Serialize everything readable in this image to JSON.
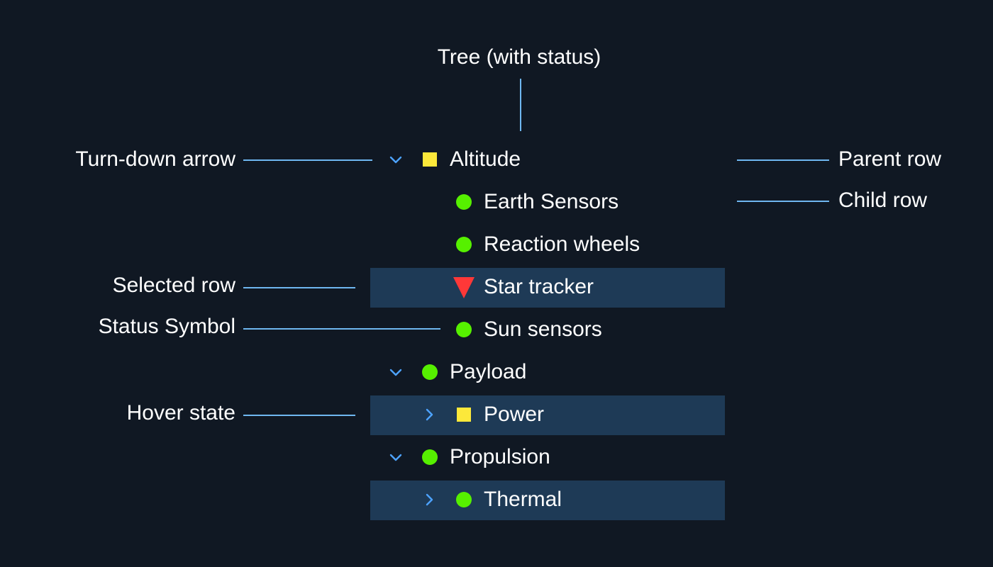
{
  "title": "Tree (with status)",
  "colors": {
    "background": "#101823",
    "leader": "#6fb7f0",
    "row_highlight": "#1e3a56",
    "chevron": "#4da3ff",
    "status_normal": "#56f000",
    "status_caution": "#fce83a",
    "status_critical": "#ff3838"
  },
  "annotations": {
    "turn_down_arrow": "Turn-down arrow",
    "parent_row": "Parent row",
    "child_row": "Child row",
    "selected_row": "Selected row",
    "status_symbol": "Status Symbol",
    "hover_state": "Hover state"
  },
  "tree": [
    {
      "label": "Altitude",
      "status": "caution",
      "status_icon": "square-icon",
      "chevron": "down",
      "level": 0
    },
    {
      "label": "Earth Sensors",
      "status": "normal",
      "status_icon": "circle-icon",
      "chevron": "none",
      "level": 1
    },
    {
      "label": "Reaction wheels",
      "status": "normal",
      "status_icon": "circle-icon",
      "chevron": "none",
      "level": 1
    },
    {
      "label": "Star tracker",
      "status": "critical",
      "status_icon": "triangle-icon",
      "chevron": "none",
      "level": 1,
      "state": "selected"
    },
    {
      "label": "Sun sensors",
      "status": "normal",
      "status_icon": "circle-icon",
      "chevron": "none",
      "level": 1
    },
    {
      "label": "Payload",
      "status": "normal",
      "status_icon": "circle-icon",
      "chevron": "down",
      "level": 0
    },
    {
      "label": "Power",
      "status": "caution",
      "status_icon": "square-icon",
      "chevron": "right",
      "level": 1,
      "state": "hover"
    },
    {
      "label": "Propulsion",
      "status": "normal",
      "status_icon": "circle-icon",
      "chevron": "down",
      "level": 0
    },
    {
      "label": "Thermal",
      "status": "normal",
      "status_icon": "circle-icon",
      "chevron": "right",
      "level": 1,
      "state": "hover"
    }
  ]
}
